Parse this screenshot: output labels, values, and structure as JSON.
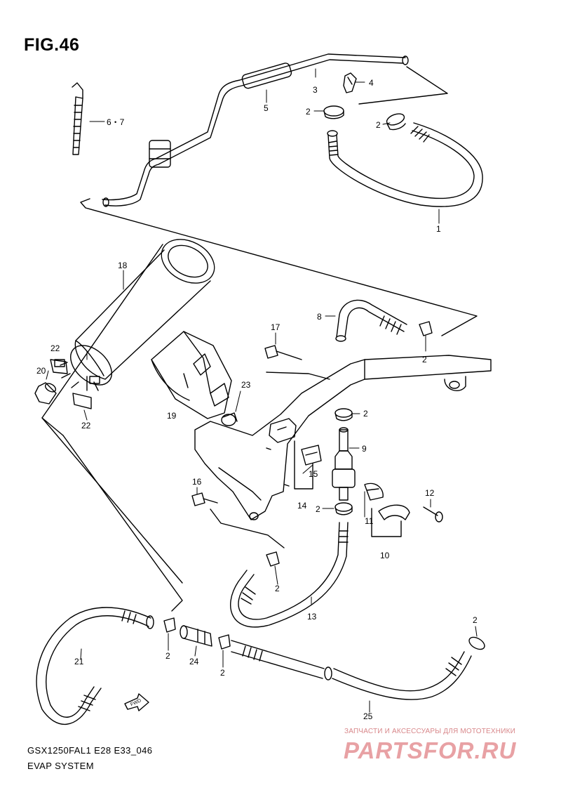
{
  "figure": {
    "title": "FIG.46",
    "model_code": "GSX1250FAL1 E28 E33_046",
    "system_name": "EVAP SYSTEM"
  },
  "watermark": {
    "tagline": "ЗАПЧАСТИ И АКСЕССУАРЫ ДЛЯ МОТОТЕХНИКИ",
    "logo": "PARTSFOR.RU"
  },
  "parts": {
    "p1": "1",
    "p2": "2",
    "p3": "3",
    "p4": "4",
    "p5": "5",
    "p6_7": "6・7",
    "p8": "8",
    "p9": "9",
    "p10": "10",
    "p11": "11",
    "p12": "12",
    "p13": "13",
    "p14": "14",
    "p15": "15",
    "p16": "16",
    "p17": "17",
    "p18": "18",
    "p19": "19",
    "p20": "20",
    "p21": "21",
    "p22": "22",
    "p23": "23",
    "p24": "24",
    "p25": "25"
  },
  "fwd_mark": "FWD"
}
